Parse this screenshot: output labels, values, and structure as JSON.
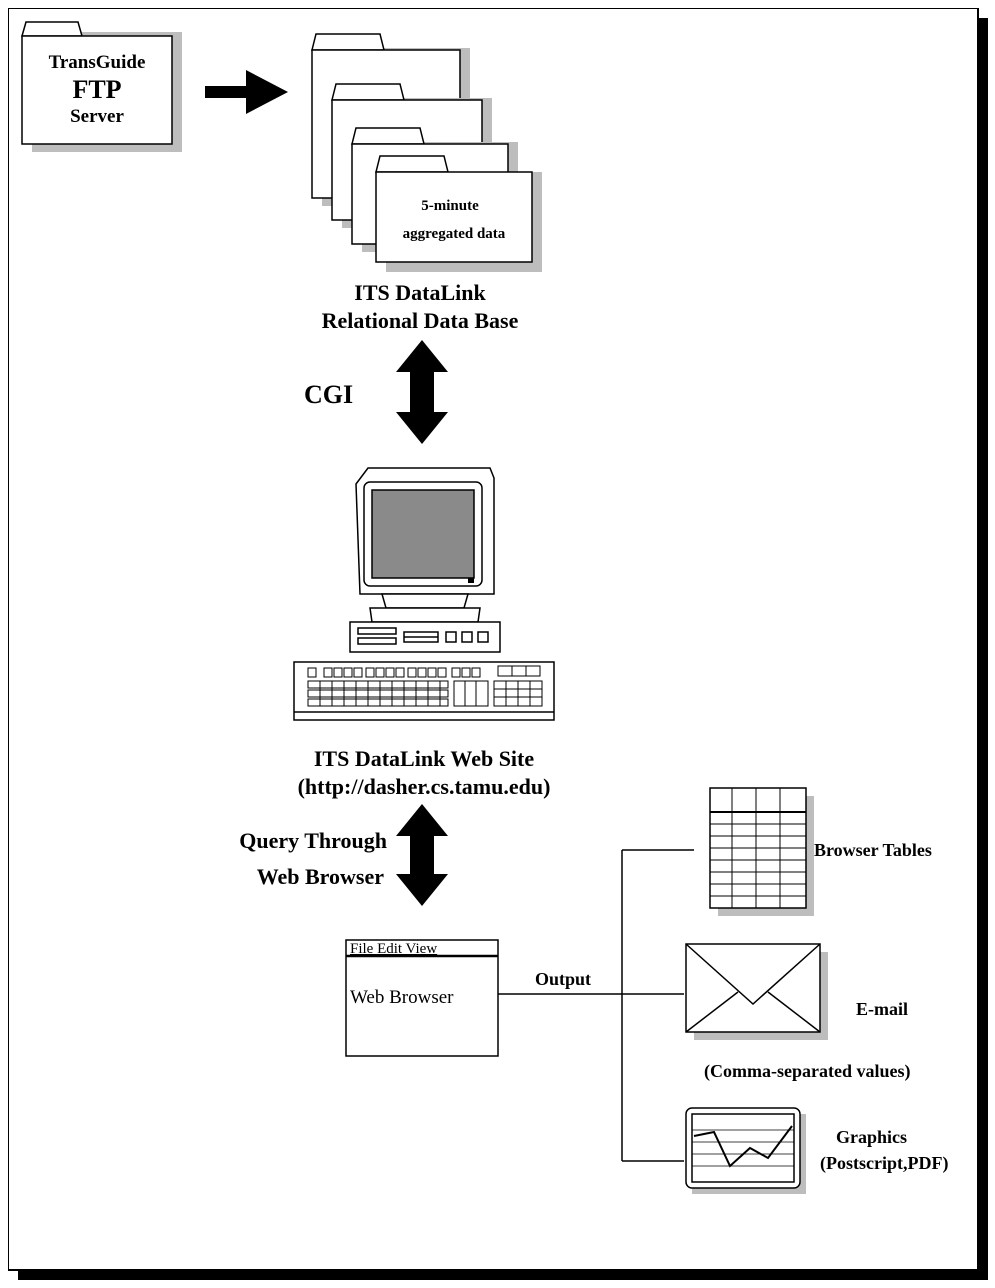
{
  "ftp_server": {
    "line1": "TransGuide",
    "line2": "FTP",
    "line3": "Server"
  },
  "data_folders": {
    "line1": "5-minute",
    "line2": "aggregated data"
  },
  "database": {
    "line1": "ITS DataLink",
    "line2": "Relational Data Base"
  },
  "cgi_label": "CGI",
  "web_site": {
    "line1": "ITS DataLink Web Site",
    "line2": "(http://dasher.cs.tamu.edu)"
  },
  "query": {
    "line1": "Query Through",
    "line2": "Web Browser"
  },
  "browser_window": {
    "menu": "File  Edit  View",
    "label": "Web Browser"
  },
  "output_label": "Output",
  "outputs": {
    "tables_label": "Browser Tables",
    "email_label": "E-mail",
    "email_note": "(Comma-separated values)",
    "graphics_label": "Graphics",
    "graphics_note": "(Postscript,PDF)"
  }
}
